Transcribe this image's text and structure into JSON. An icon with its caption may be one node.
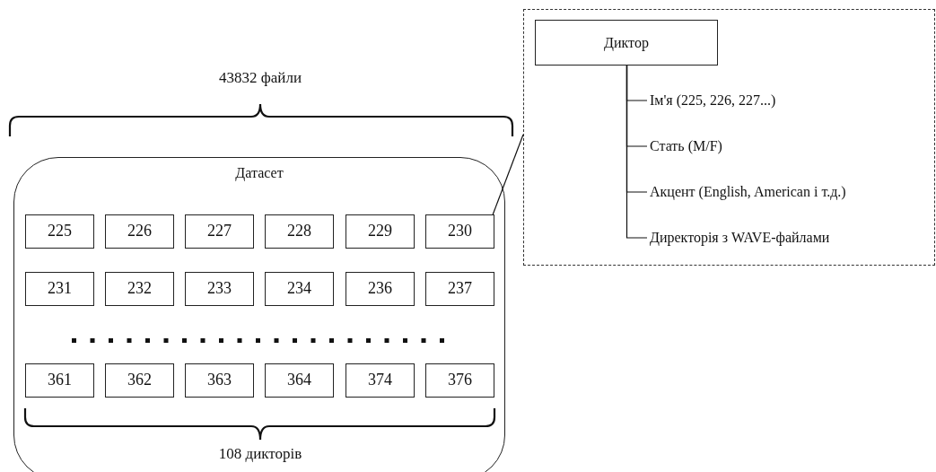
{
  "diagram": {
    "nodes": [
      {
        "text": [
          "Датасет"
        ]
      },
      {
        "text": [
          "225"
        ],
        "in": 0
      },
      {
        "text": [
          "226"
        ],
        "in": 0
      },
      {
        "text": [
          "227"
        ],
        "in": 0
      },
      {
        "text": [
          "228"
        ],
        "in": 0
      },
      {
        "text": [
          "229"
        ],
        "in": 0
      },
      {
        "text": [
          "230"
        ],
        "in": 0
      },
      {
        "text": [
          "231"
        ],
        "in": 0
      },
      {
        "text": [
          "232"
        ],
        "in": 0
      },
      {
        "text": [
          "233"
        ],
        "in": 0
      },
      {
        "text": [
          "234"
        ],
        "in": 0
      },
      {
        "text": [
          "236"
        ],
        "in": 0
      },
      {
        "text": [
          "237"
        ],
        "in": 0
      },
      {
        "text": [
          "361"
        ],
        "in": 0
      },
      {
        "text": [
          "362"
        ],
        "in": 0
      },
      {
        "text": [
          "363"
        ],
        "in": 0
      },
      {
        "text": [
          "364"
        ],
        "in": 0
      },
      {
        "text": [
          "374"
        ],
        "in": 0
      },
      {
        "text": [
          "376"
        ],
        "in": 0
      },
      {
        "text": [],
        "shape": "box"
      },
      {
        "text": [
          "Диктор"
        ],
        "in": 19
      },
      {
        "text": [
          "Ім'я (225, 226, 227...)"
        ],
        "in": 19
      },
      {
        "text": [
          "Стать (M/F)"
        ],
        "in": 19
      },
      {
        "text": [
          "Акцент (English, American і т.д.)"
        ],
        "in": 19
      },
      {
        "text": [
          "Директорія з WAVE-файлами"
        ],
        "in": 19
      }
    ],
    "edges": [
      {
        "from": 6,
        "to": 19,
        "arrow": "none"
      },
      {
        "from": 20,
        "to": 21,
        "arrow": "none"
      },
      {
        "from": 20,
        "to": 22,
        "arrow": "none"
      },
      {
        "from": 20,
        "to": 23,
        "arrow": "none"
      },
      {
        "from": 20,
        "to": 24,
        "arrow": "none"
      }
    ],
    "labels": [
      "43832 файли",
      "108 дикторів"
    ]
  }
}
